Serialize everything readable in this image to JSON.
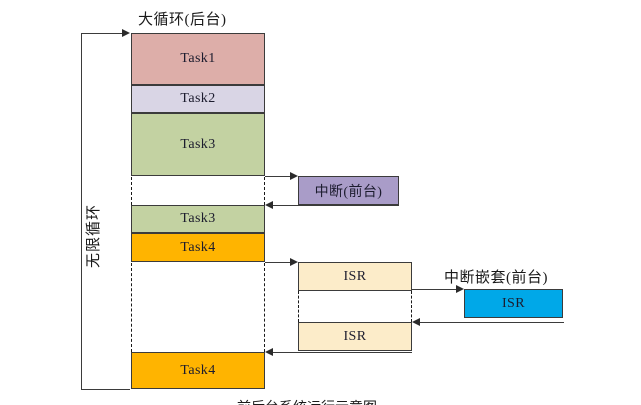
{
  "diagram": {
    "title_main_loop": "大循环(后台)",
    "title_interrupt": "中断(前台)",
    "title_nested_interrupt": "中断嵌套(前台)",
    "vertical_caption": "无限循环",
    "bottom_caption": "前后台系统运行示意图",
    "colors": {
      "task1": "#ddaea9",
      "task2": "#d9d5e5",
      "task3": "#c3d2a2",
      "task4": "#ffb400",
      "interrupt": "#a99cc8",
      "isr": "#fcecc9",
      "nested_isr": "#00a8e8",
      "stroke": "#3b3b3b",
      "text": "#1c1c2e"
    },
    "background_column": {
      "blocks": [
        {
          "label": "Task1",
          "color_key": "task1"
        },
        {
          "label": "Task2",
          "color_key": "task2"
        },
        {
          "label": "Task3",
          "color_key": "task3"
        },
        {
          "label": "Task3",
          "color_key": "task3"
        },
        {
          "label": "Task4",
          "color_key": "task4"
        },
        {
          "label": "Task4",
          "color_key": "task4"
        }
      ]
    },
    "interrupt_column": {
      "blocks": [
        {
          "label": "中断(前台)",
          "color_key": "interrupt"
        },
        {
          "label": "ISR",
          "color_key": "isr"
        },
        {
          "label": "ISR",
          "color_key": "isr"
        }
      ]
    },
    "nested_column": {
      "blocks": [
        {
          "label": "ISR",
          "color_key": "nested_isr"
        }
      ]
    }
  }
}
